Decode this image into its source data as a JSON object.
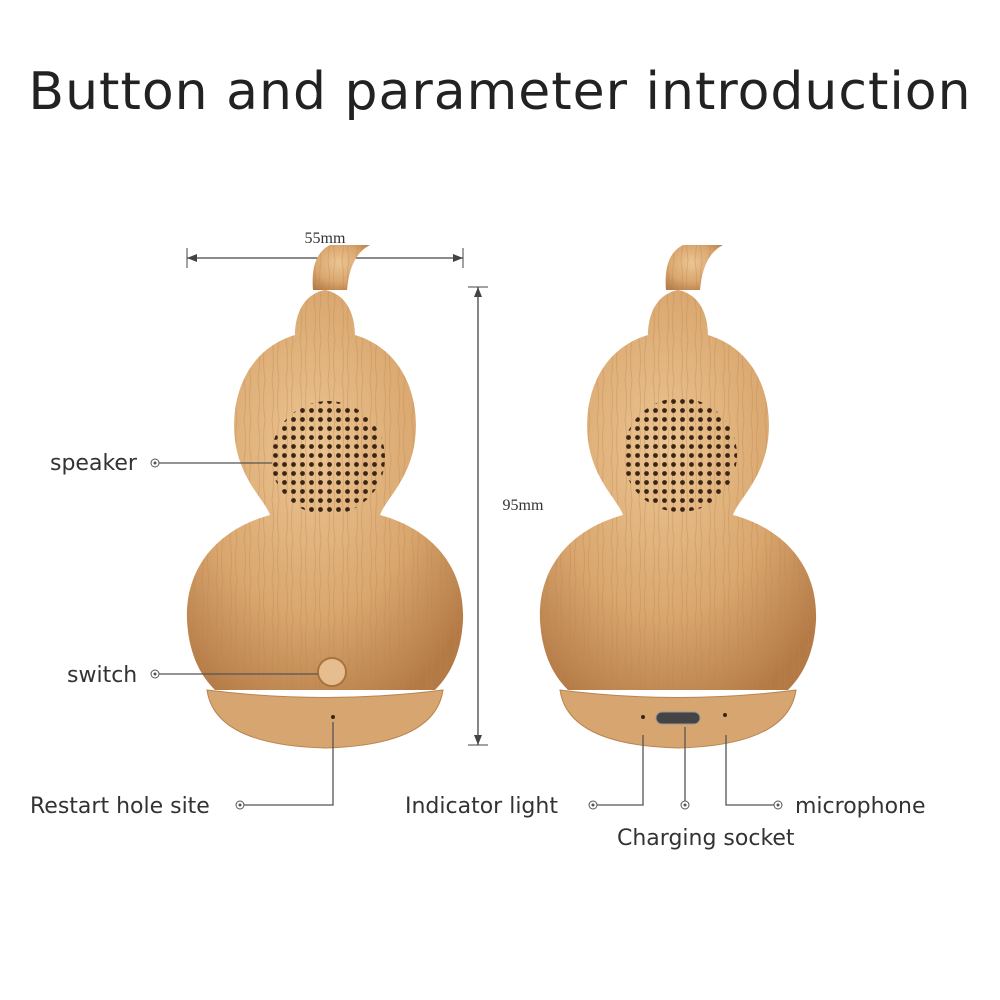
{
  "title": "Button and parameter introduction",
  "dimensions": {
    "width": "55mm",
    "height": "95mm"
  },
  "labels": {
    "speaker": "speaker",
    "switch": "switch",
    "restart": "Restart hole site",
    "indicator": "Indicator light",
    "charging": "Charging socket",
    "microphone": "microphone"
  },
  "colors": {
    "wood_light": "#e3b583",
    "wood_dark": "#b97e4a",
    "text": "#333333"
  }
}
